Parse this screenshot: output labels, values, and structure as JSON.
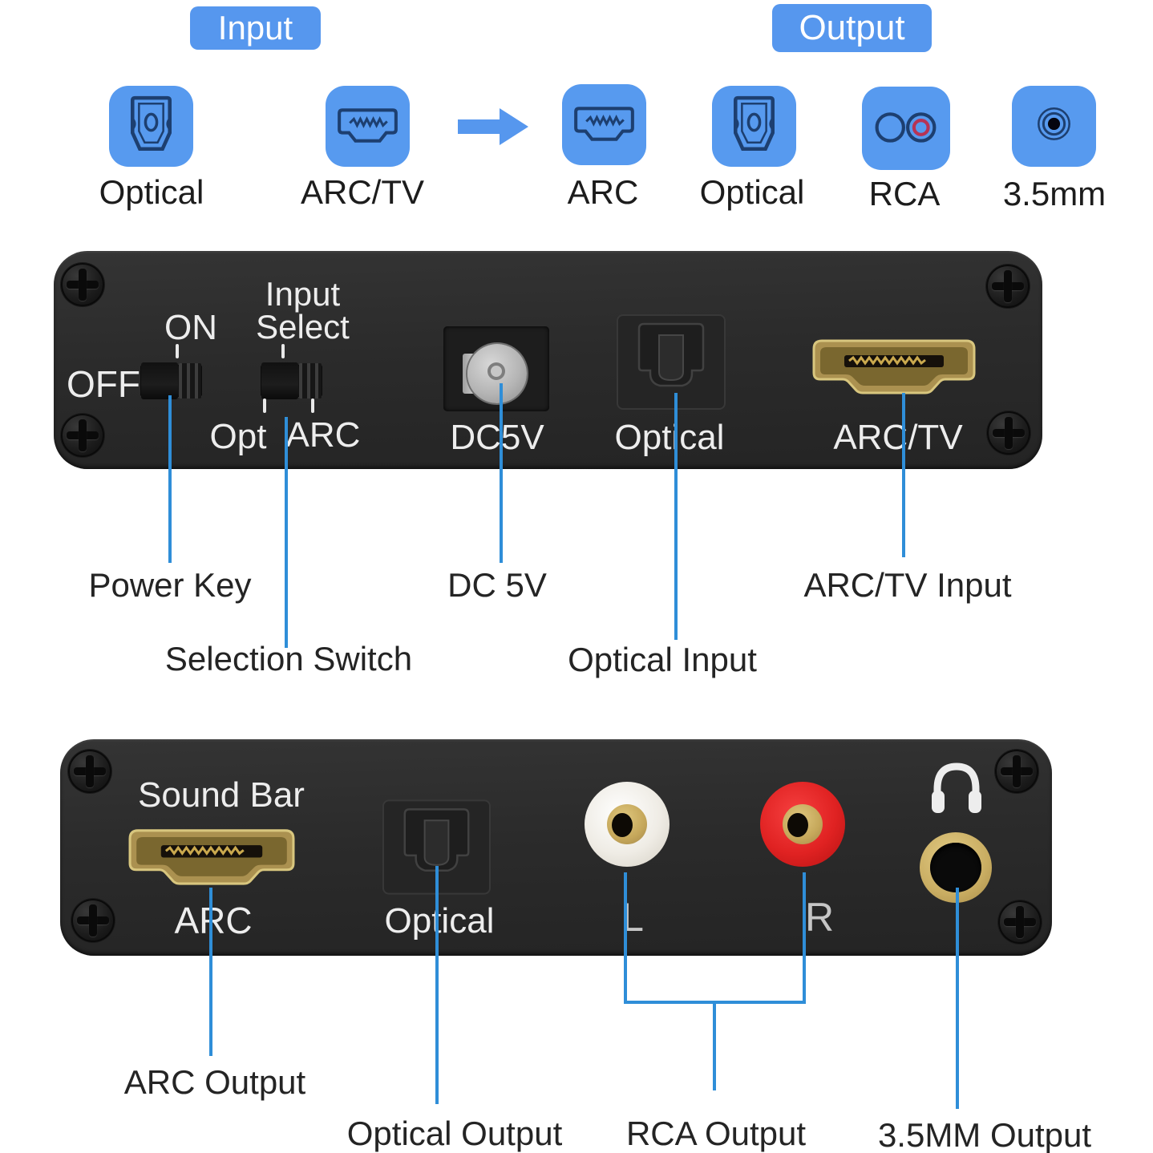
{
  "colors": {
    "accent_blue": "#5697ee",
    "tile_blue": "#579aef",
    "callout_line_blue": "#2f8ed8",
    "panel_dark": "#2b2b2b",
    "hdmi_gold": "#c9ad62",
    "rca_red": "#e02222",
    "icon_navy": "#1d3f70"
  },
  "top": {
    "input_badge": "Input",
    "output_badge": "Output",
    "icons": [
      {
        "name": "optical-port-icon",
        "label": "Optical",
        "group": "input"
      },
      {
        "name": "hdmi-port-icon",
        "label": "ARC/TV",
        "group": "input"
      },
      {
        "name": "hdmi-port-icon",
        "label": "ARC",
        "group": "output"
      },
      {
        "name": "optical-port-icon",
        "label": "Optical",
        "group": "output"
      },
      {
        "name": "rca-port-icon",
        "label": "RCA",
        "group": "output"
      },
      {
        "name": "jack-35mm-icon",
        "label": "3.5mm",
        "group": "output"
      }
    ],
    "arrow_icon": "arrow-right-icon"
  },
  "front_panel": {
    "power_off": "OFF",
    "power_on": "ON",
    "input_select_line1": "Input",
    "input_select_line2": "Select",
    "opt": "Opt",
    "arc": "ARC",
    "dc_port": "DC5V",
    "optical_port": "Optical",
    "hdmi_port": "ARC/TV"
  },
  "front_callouts": {
    "power": "Power Key",
    "selection": "Selection Switch",
    "dc": "DC 5V",
    "optical": "Optical Input",
    "arctv": "ARC/TV Input"
  },
  "back_panel": {
    "sound_bar": "Sound Bar",
    "hdmi_port": "ARC",
    "optical_port": "Optical",
    "left": "L",
    "right": "R",
    "headphone_icon": "headphone-icon"
  },
  "back_callouts": {
    "arc": "ARC Output",
    "optical": "Optical Output",
    "rca": "RCA Output",
    "jack": "3.5MM Output"
  }
}
